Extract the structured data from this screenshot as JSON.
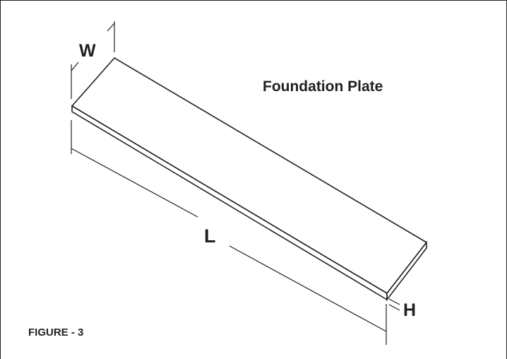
{
  "figure": {
    "title": "Foundation Plate",
    "caption": "FIGURE - 3",
    "dimensions": {
      "width": "W",
      "length": "L",
      "height": "H"
    }
  }
}
